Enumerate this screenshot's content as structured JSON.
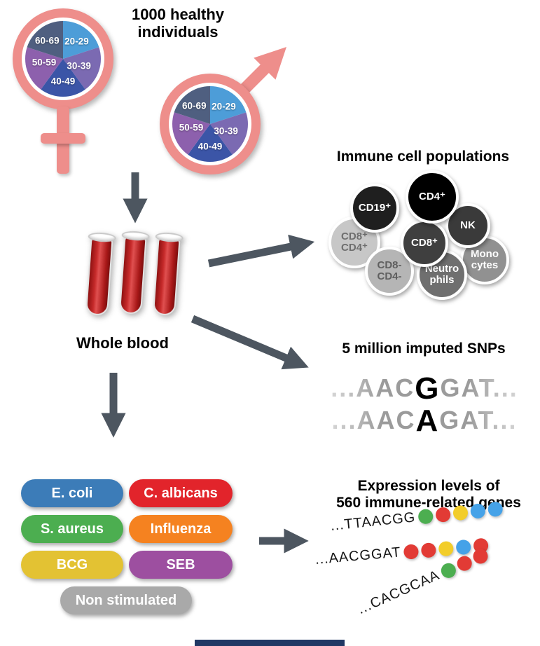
{
  "demographics": {
    "title": "1000 healthy\nindividuals",
    "symbol_color": "#ee8e8b",
    "age_groups": [
      {
        "label": "20-29",
        "color": "#4d9dd8"
      },
      {
        "label": "30-39",
        "color": "#7b6ab2"
      },
      {
        "label": "40-49",
        "color": "#3b55a7"
      },
      {
        "label": "50-59",
        "color": "#8d60ad"
      },
      {
        "label": "60-69",
        "color": "#4f5f80"
      }
    ]
  },
  "blood": {
    "label": "Whole blood"
  },
  "immune": {
    "title": "Immune cell populations",
    "cells": [
      {
        "label": "CD8⁺\nCD4⁺",
        "color": "#c7c7c7",
        "text": "#6e6e6e"
      },
      {
        "label": "CD8-\nCD4-",
        "color": "#b5b5b5",
        "text": "#5f5f5f"
      },
      {
        "label": "Mono\ncytes",
        "color": "#919191",
        "text": "#ffffff"
      },
      {
        "label": "NK",
        "color": "#3a3a3a",
        "text": "#ffffff"
      },
      {
        "label": "Neutro\nphils",
        "color": "#6f6f6f",
        "text": "#ffffff"
      },
      {
        "label": "CD19⁺",
        "color": "#1f1f1f",
        "text": "#ffffff"
      },
      {
        "label": "CD8⁺",
        "color": "#3f3f3f",
        "text": "#ffffff"
      },
      {
        "label": "CD4⁺",
        "color": "#000000",
        "text": "#ffffff"
      }
    ]
  },
  "snps": {
    "title": "5 million imputed SNPs",
    "sequences": [
      {
        "prefix": "...AAC",
        "variant": "G",
        "suffix": "GAT..."
      },
      {
        "prefix": "...AAC",
        "variant": "A",
        "suffix": "GAT..."
      }
    ]
  },
  "stimuli": {
    "items": [
      {
        "label": "E. coli",
        "color": "#3c7cb8"
      },
      {
        "label": "C. albicans",
        "color": "#e2242b"
      },
      {
        "label": "S. aureus",
        "color": "#4cae50"
      },
      {
        "label": "Influenza",
        "color": "#f58220"
      },
      {
        "label": "BCG",
        "color": "#e3c233"
      },
      {
        "label": "SEB",
        "color": "#9d4fa0"
      },
      {
        "label": "Non stimulated",
        "color": "#a9a9a9"
      }
    ]
  },
  "expression": {
    "title": "Expression levels of\n560 immune-related genes",
    "rows": [
      {
        "sequence": "...TTAACGG",
        "dots": [
          "#4cae50",
          "#e23b35",
          "#f2cd2a",
          "#45a2e8",
          "#45a2e8"
        ]
      },
      {
        "sequence": "...AACGGAT",
        "dots": [
          "#e23b35",
          "#e23b35",
          "#f2cd2a",
          "#45a2e8",
          "#e23b35"
        ]
      },
      {
        "sequence": "...CACGCAA",
        "dots": [
          "#4cae50",
          "#e23b35",
          "#e23b35"
        ]
      }
    ]
  }
}
